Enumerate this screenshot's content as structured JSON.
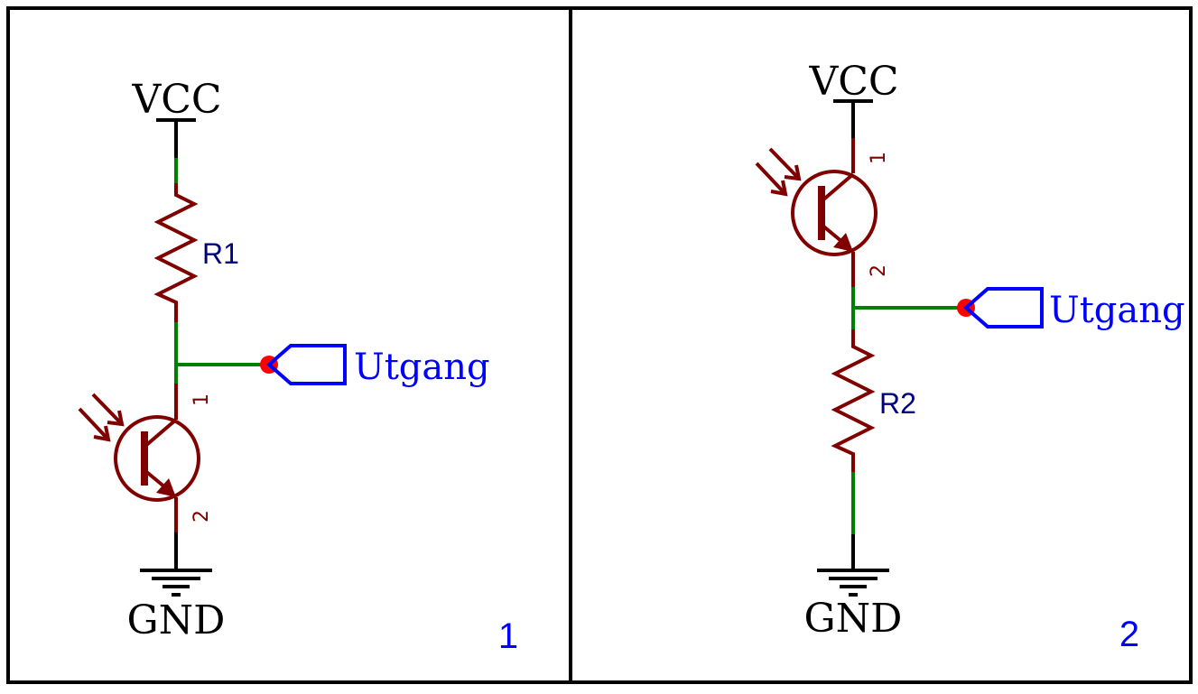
{
  "panels": [
    {
      "supply_label": "VCC",
      "ground_label": "GND",
      "resistor_label": "R1",
      "output_label": "Utgang",
      "pin1_label": "1",
      "pin2_label": "2",
      "panel_number": "1"
    },
    {
      "supply_label": "VCC",
      "ground_label": "GND",
      "resistor_label": "R2",
      "output_label": "Utgang",
      "pin1_label": "1",
      "pin2_label": "2",
      "panel_number": "2"
    }
  ],
  "colors": {
    "frame": "#000000",
    "wire_green": "#008000",
    "component": "#800000",
    "port_blue": "#0000ff",
    "label_navy": "#000080",
    "junction": "#ff0000"
  }
}
